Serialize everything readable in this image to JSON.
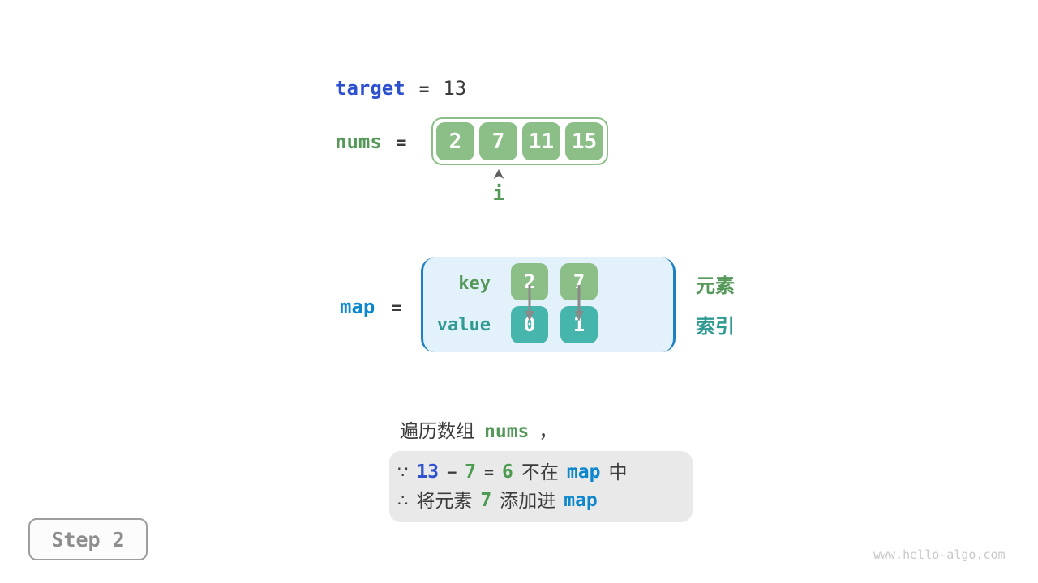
{
  "page": {
    "watermark": "www.hello-algo.com"
  },
  "step_badge": {
    "label": "Step 2"
  },
  "target": {
    "name": "target",
    "equals": "=",
    "value": "13"
  },
  "nums": {
    "name": "nums",
    "equals": "=",
    "cells": [
      "2",
      "7",
      "11",
      "15"
    ],
    "pointer_label": "i",
    "pointer_index": 1
  },
  "map": {
    "name": "map",
    "equals": "=",
    "key_label": "key",
    "value_label": "value",
    "entries": [
      {
        "key": "2",
        "value": "0"
      },
      {
        "key": "7",
        "value": "1"
      }
    ],
    "side_labels": {
      "element": "元素",
      "index": "索引"
    }
  },
  "caption": {
    "prefix": "遍历数组",
    "code": "nums",
    "suffix": "，"
  },
  "note": {
    "line1": {
      "because": "∵",
      "minuend": "13",
      "minus": "−",
      "subtrahend": "7",
      "equals": "=",
      "difference": "6",
      "not_in": "不在",
      "map": "map",
      "suffix": "中"
    },
    "line2": {
      "therefore": "∴",
      "text_before": "将元素",
      "element": "7",
      "text_after": "添加进",
      "map": "map"
    }
  },
  "colors": {
    "royal_blue": "#2d50ce",
    "azure_blue": "#0c87cc",
    "green_text": "#56985a",
    "green_box": "#8cbe87",
    "teal_text": "#2f9a91",
    "teal_box": "#46b5ac",
    "bracket_blue": "#1b80c4",
    "map_background": "#e3f1fa",
    "note_background": "#e9e9e9",
    "dark_text": "#3c3c3c",
    "arrow_gray": "#8a8a8a"
  }
}
